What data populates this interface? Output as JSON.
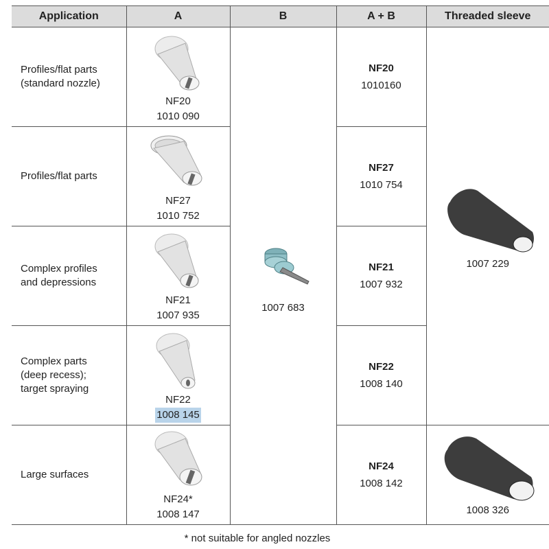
{
  "headers": {
    "application": "Application",
    "a": "A",
    "b": "B",
    "ab": "A + B",
    "sleeve": "Threaded sleeve"
  },
  "rows": [
    {
      "application": [
        "Profiles/flat parts",
        "(standard nozzle)"
      ],
      "a_name": "NF20",
      "a_code": "1010 090",
      "ab_name": "NF20",
      "ab_code": "1010160"
    },
    {
      "application": [
        "Profiles/flat parts"
      ],
      "a_name": "NF27",
      "a_code": "1010 752",
      "ab_name": "NF27",
      "ab_code": "1010 754"
    },
    {
      "application": [
        "Complex profiles",
        "and depressions"
      ],
      "a_name": "NF21",
      "a_code": "1007 935",
      "ab_name": "NF21",
      "ab_code": "1007 932"
    },
    {
      "application": [
        "Complex parts",
        "(deep recess);",
        "target spraying"
      ],
      "a_name": "NF22",
      "a_code": "1008 145",
      "ab_name": "NF22",
      "ab_code": "1008 140"
    },
    {
      "application": [
        "Large surfaces"
      ],
      "a_name": "NF24*",
      "a_code": "1008 147",
      "ab_name": "NF24",
      "ab_code": "1008 142"
    }
  ],
  "b_part_code": "1007 683",
  "sleeve_codes": {
    "main": "1007 229",
    "large": "1008 326"
  },
  "footnote": "* not suitable for angled nozzles",
  "colors": {
    "header_bg": "#dcdcdc",
    "highlight": "#b9d4ea",
    "sleeve": "#3d3d3d",
    "nozzle_b": "#8fbfc6"
  },
  "icons": {
    "nozzle_a": "nozzle-tip-icon",
    "nozzle_b": "nozzle-insert-icon",
    "sleeve": "threaded-sleeve-icon"
  }
}
